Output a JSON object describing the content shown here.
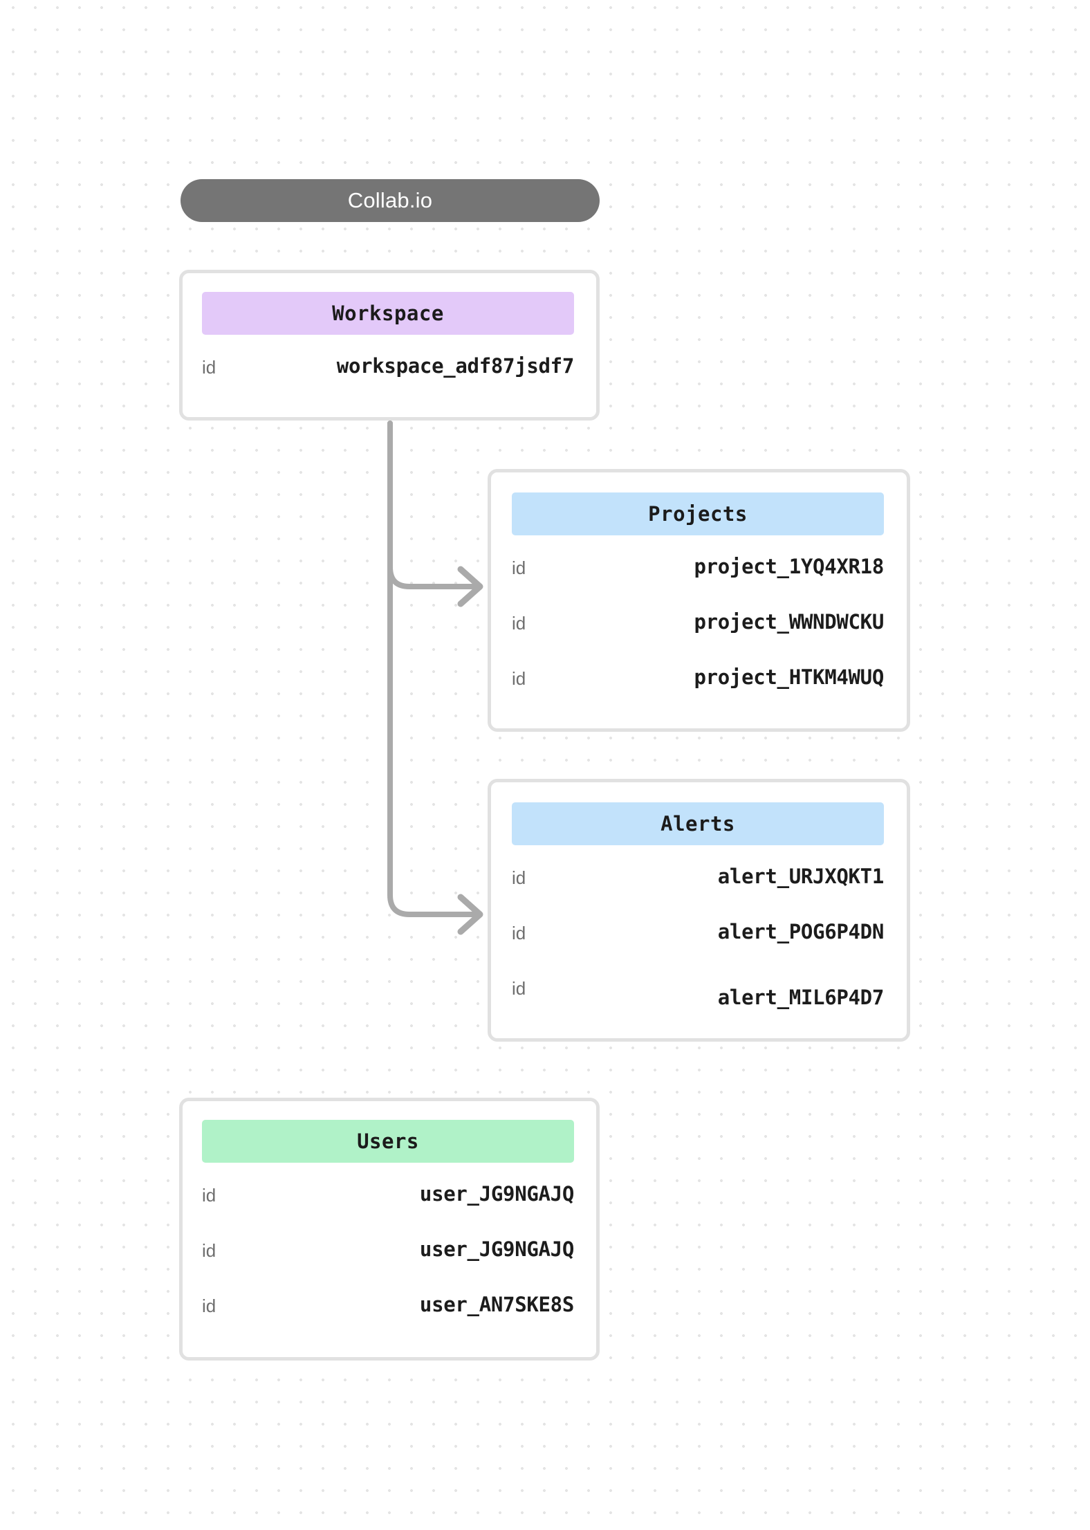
{
  "header": {
    "title": "Collab.io"
  },
  "colors": {
    "header_pill": "#757575",
    "workspace_band": "#e3c9f9",
    "projects_band": "#c2e2fb",
    "alerts_band": "#c2e2fb",
    "users_band": "#b0f2c8",
    "card_border": "#e1e1e1",
    "connector": "#aaaaaa",
    "grid_dot": "#e4e4e4"
  },
  "entities": {
    "workspace": {
      "title": "Workspace",
      "rows": [
        {
          "key": "id",
          "value": "workspace_adf87jsdf7"
        }
      ]
    },
    "projects": {
      "title": "Projects",
      "rows": [
        {
          "key": "id",
          "value": "project_1YQ4XR18"
        },
        {
          "key": "id",
          "value": "project_WWNDWCKU"
        },
        {
          "key": "id",
          "value": "project_HTKM4WUQ"
        }
      ]
    },
    "alerts": {
      "title": "Alerts",
      "rows": [
        {
          "key": "id",
          "value": "alert_URJXQKT1"
        },
        {
          "key": "id",
          "value": "alert_POG6P4DN"
        },
        {
          "key": "id",
          "value": "alert_MIL6P4D7"
        }
      ]
    },
    "users": {
      "title": "Users",
      "rows": [
        {
          "key": "id",
          "value": "user_JG9NGAJQ"
        },
        {
          "key": "id",
          "value": "user_JG9NGAJQ"
        },
        {
          "key": "id",
          "value": "user_AN7SKE8S"
        }
      ]
    }
  },
  "connectors": [
    {
      "from": "workspace",
      "to": "projects"
    },
    {
      "from": "workspace",
      "to": "alerts"
    }
  ]
}
